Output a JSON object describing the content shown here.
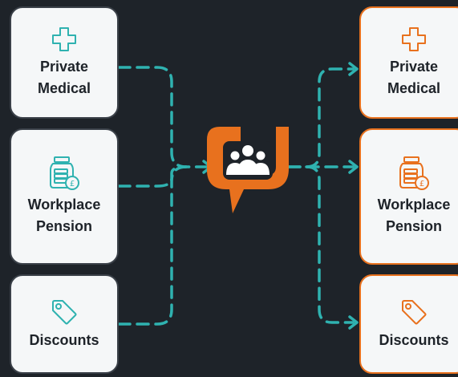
{
  "colors": {
    "background": "#1e2329",
    "card": "#f5f7f8",
    "card_border_left": "#3a4048",
    "card_border_right": "#e8711e",
    "connector": "#2fb2b0",
    "icon_left": "#2fb2b0",
    "icon_right": "#e8711e",
    "logo": "#e8711e",
    "text": "#1e2329"
  },
  "left": {
    "private_medical": {
      "label": "Private\nMedical",
      "icon": "plus-icon"
    },
    "workplace_pension": {
      "label": "Workplace\nPension",
      "icon": "money-jar-icon"
    },
    "discounts": {
      "label": "Discounts",
      "icon": "tag-icon"
    }
  },
  "right": {
    "private_medical": {
      "label": "Private\nMedical",
      "icon": "plus-icon"
    },
    "workplace_pension": {
      "label": "Workplace\nPension",
      "icon": "money-jar-icon"
    },
    "discounts": {
      "label": "Discounts",
      "icon": "tag-icon"
    }
  },
  "center_logo": {
    "icon": "people-group-icon"
  }
}
